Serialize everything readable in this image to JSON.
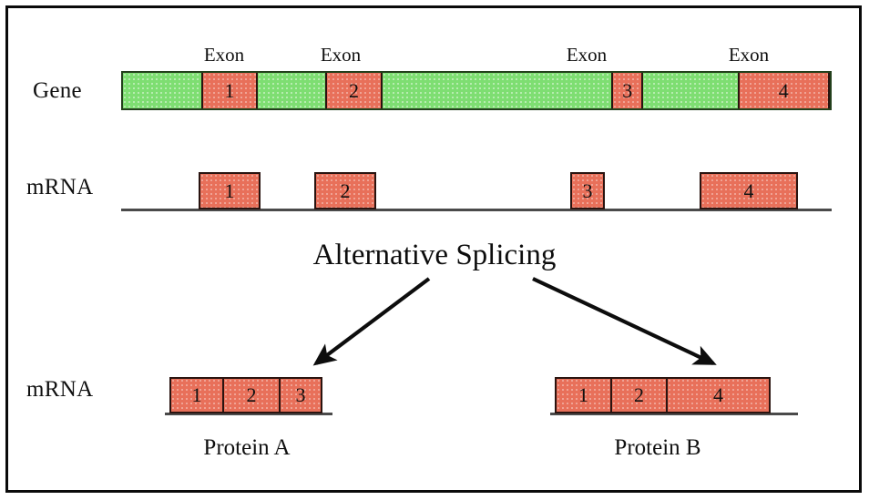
{
  "diagram": {
    "title": "Alternative Splicing",
    "colors": {
      "intron_green": "#7ede72",
      "exon_orange": "#e8705a",
      "gene_border": "#23401c",
      "exon_border": "#2a1410",
      "line_gray": "#4a4a4a",
      "frame_black": "#0a0a0a",
      "background": "#ffffff"
    },
    "rows": {
      "gene": {
        "label": "Gene",
        "exon_caption": "Exon",
        "segments": [
          {
            "type": "intron",
            "label": ""
          },
          {
            "type": "exon",
            "label": "1"
          },
          {
            "type": "intron",
            "label": ""
          },
          {
            "type": "exon",
            "label": "2"
          },
          {
            "type": "intron",
            "label": ""
          },
          {
            "type": "exon",
            "label": "3"
          },
          {
            "type": "intron",
            "label": ""
          },
          {
            "type": "exon",
            "label": "4"
          },
          {
            "type": "intron",
            "label": ""
          }
        ],
        "exon_captions": [
          "Exon",
          "Exon",
          "Exon",
          "Exon"
        ]
      },
      "mrna_pre": {
        "label": "mRNA",
        "exons": [
          {
            "label": "1"
          },
          {
            "label": "2"
          },
          {
            "label": "3"
          },
          {
            "label": "4"
          }
        ]
      },
      "mrna_spliced": {
        "label": "mRNA",
        "products": [
          {
            "caption": "Protein A",
            "exons": [
              {
                "label": "1"
              },
              {
                "label": "2"
              },
              {
                "label": "3"
              }
            ]
          },
          {
            "caption": "Protein B",
            "exons": [
              {
                "label": "1"
              },
              {
                "label": "2"
              },
              {
                "label": "4"
              }
            ]
          }
        ]
      }
    }
  }
}
